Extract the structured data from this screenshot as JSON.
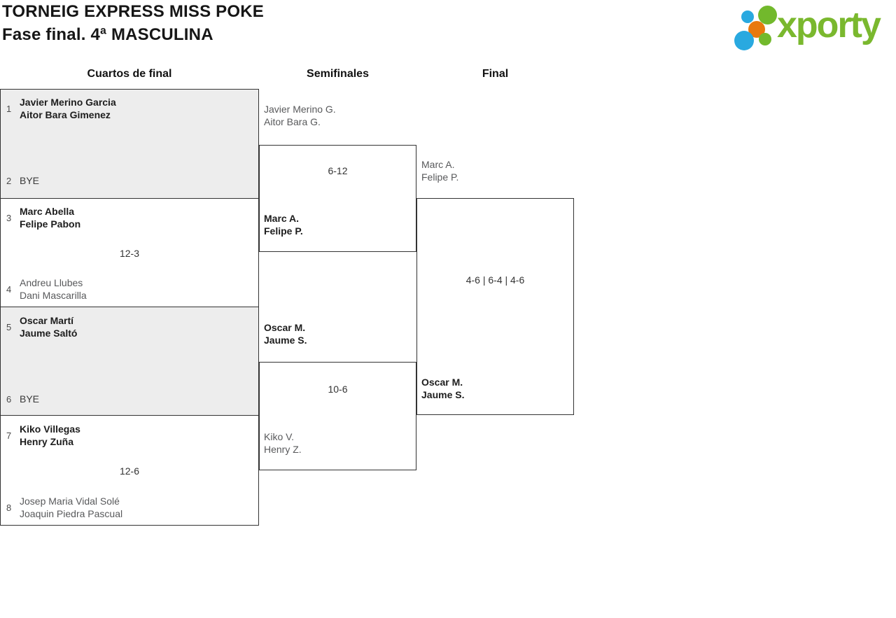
{
  "header": {
    "title": "TORNEIG EXPRESS MISS POKE",
    "subtitle": "Fase final. 4ª MASCULINA"
  },
  "logo": {
    "brand": "xporty",
    "brand_color": "#7ab82e",
    "dot_blue": "#29a9e0",
    "dot_green": "#72b92c",
    "dot_orange": "#e8790e"
  },
  "rounds": {
    "quarterfinals": "Cuartos de final",
    "semifinals": "Semifinales",
    "final": "Final"
  },
  "quarterfinals": [
    {
      "top_seed": "1",
      "top_name": "Javier Merino Garcia\nAitor Bara Gimenez",
      "bottom_seed": "2",
      "bottom_name": "BYE",
      "score": ""
    },
    {
      "top_seed": "3",
      "top_name": "Marc Abella\nFelipe Pabon",
      "bottom_seed": "4",
      "bottom_name": "Andreu Llubes\nDani Mascarilla",
      "score": "12-3"
    },
    {
      "top_seed": "5",
      "top_name": "Oscar Martí\nJaume Saltó",
      "bottom_seed": "6",
      "bottom_name": "BYE",
      "score": ""
    },
    {
      "top_seed": "7",
      "top_name": "Kiko Villegas\nHenry Zuña",
      "bottom_seed": "8",
      "bottom_name": "Josep Maria Vidal Solé\nJoaquin Piedra Pascual",
      "score": "12-6"
    }
  ],
  "semifinals": [
    {
      "top_name": "Javier Merino G.\nAitor Bara G.",
      "bottom_name": "Marc A.\nFelipe P.",
      "score": "6-12"
    },
    {
      "top_name": "Oscar M.\nJaume S.",
      "bottom_name": "Kiko V.\nHenry Z.",
      "score": "10-6"
    }
  ],
  "final": {
    "top_name": "Marc A.\nFelipe P.",
    "bottom_name": "Oscar M.\nJaume S.",
    "score": "4-6 | 6-4 | 4-6"
  }
}
